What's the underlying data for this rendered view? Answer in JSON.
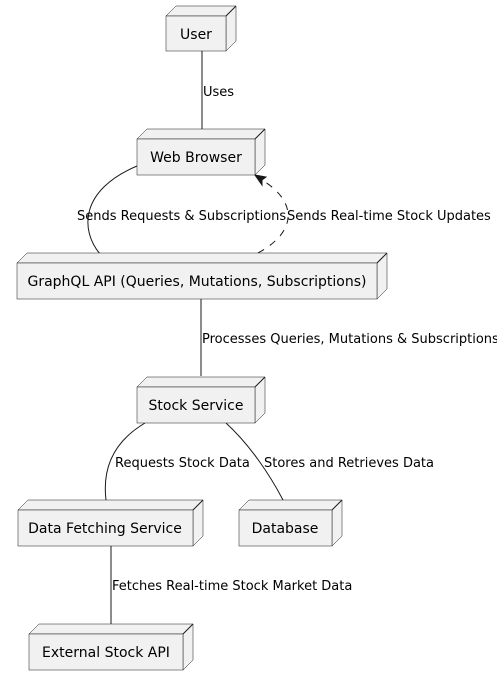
{
  "nodes": {
    "user": "User",
    "web_browser": "Web Browser",
    "graphql_api": "GraphQL API (Queries, Mutations, Subscriptions)",
    "stock_service": "Stock Service",
    "data_fetching_service": "Data Fetching Service",
    "database": "Database",
    "external_stock_api": "External Stock API"
  },
  "edges": {
    "uses": "Uses",
    "sends_requests": "Sends Requests & Subscriptions",
    "sends_updates": "Sends Real-time Stock Updates",
    "processes": "Processes Queries, Mutations & Subscriptions",
    "requests_stock_data": "Requests Stock Data",
    "stores_retrieves": "Stores and Retrieves Data",
    "fetches_market_data": "Fetches Real-time Stock Market Data"
  }
}
